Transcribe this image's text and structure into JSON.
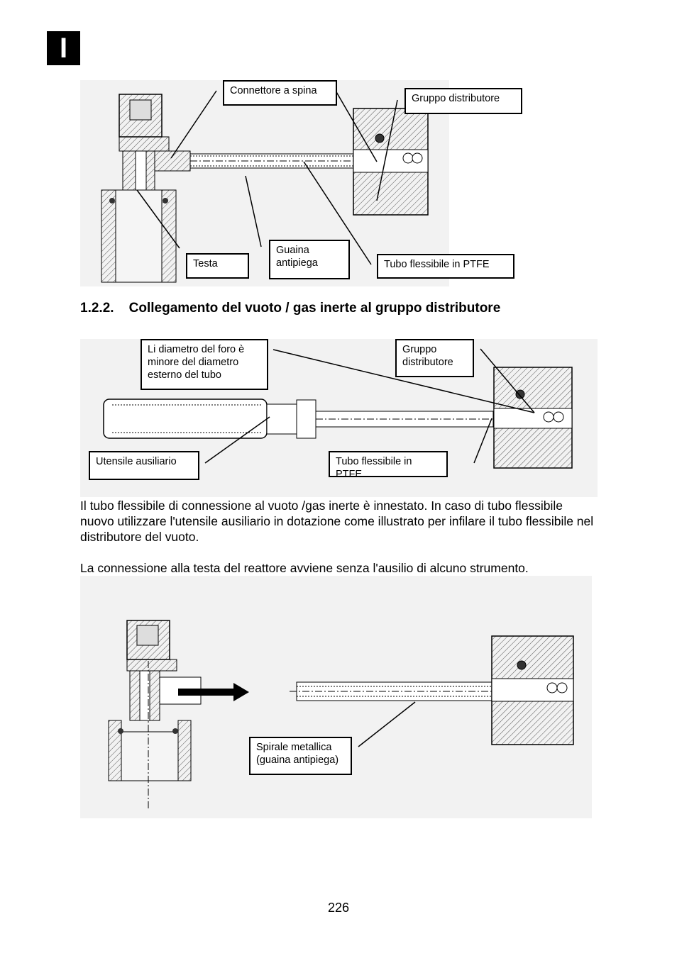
{
  "page": {
    "language_tab": "I",
    "section_heading": "1.2.2.    Collegamento del vuoto / gas inerte al gruppo distributore",
    "paragraph_1": "Il tubo flessibile di connessione al vuoto /gas inerte è innestato. In caso di tubo flessibile nuovo utilizzare l'utensile ausiliario in dotazione come illustrato per infilare il tubo flessibile nel distributore del vuoto.",
    "paragraph_2": "La connessione alla testa del reattore avviene senza l'ausilio di alcuno strumento.",
    "page_number": "226"
  },
  "figure_1": {
    "labels": {
      "connettore": "Connettore a spina",
      "gruppo": "Gruppo distributore",
      "testa": "Testa",
      "guaina": "Guaina\nantipiega",
      "tubo": "Tubo flessibile in PTFE"
    }
  },
  "figure_2": {
    "labels": {
      "diametro": "Li diametro del foro è\nminore del diametro\nesterno del tubo",
      "gruppo": "Gruppo\ndistributore",
      "utensile": "Utensile ausiliario",
      "tubo": "Tubo flessibile in PTFE"
    }
  },
  "figure_3": {
    "labels": {
      "spirale": "Spirale metallica\n(guaina antipiega)"
    }
  },
  "colors": {
    "figure_background": "#f2f2f2",
    "line": "#000000",
    "hatch": "#555555"
  }
}
